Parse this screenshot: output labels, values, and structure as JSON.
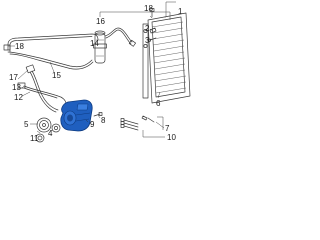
{
  "diagram": {
    "callouts": {
      "c1": "1",
      "c2": "2",
      "c3": "3",
      "c4": "4",
      "c5": "5",
      "c6": "6",
      "c7": "7",
      "c8": "8",
      "c9": "9",
      "c10": "10",
      "c11": "11",
      "c12": "12",
      "c13": "13",
      "c14": "14",
      "c15": "15",
      "c16": "16",
      "c17": "17",
      "c18": "18"
    },
    "highlight_color": "#1f5fbf",
    "line_color": "#3a3a3a"
  }
}
